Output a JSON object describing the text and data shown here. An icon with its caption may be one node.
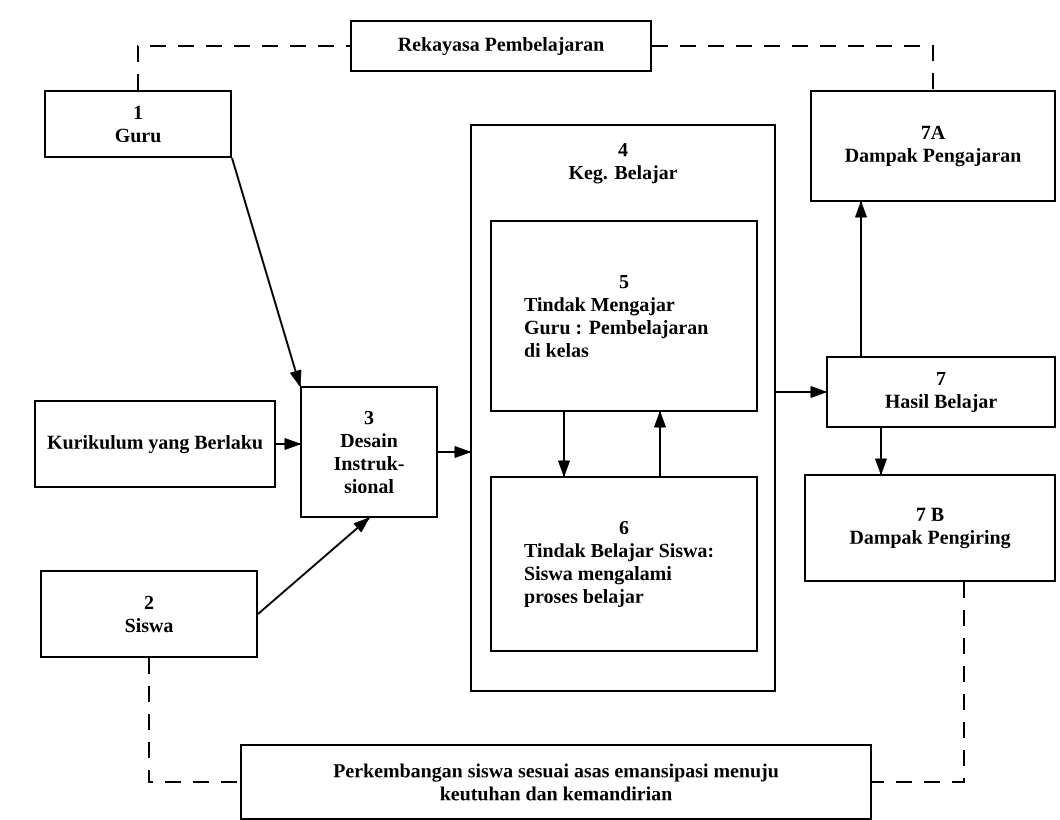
{
  "diagram": {
    "nodes": [
      {
        "text": [
          "Rekayasa Pembelajaran"
        ]
      },
      {
        "text": [
          "1",
          "Guru"
        ]
      },
      {
        "text": [
          "4",
          "Keg. Belajar"
        ]
      },
      {
        "text": [
          "5",
          "Tindak Mengajar Guru : Pembelajaran di kelas"
        ],
        "in": 2
      },
      {
        "text": [
          "7A",
          "Dampak Pengajaran"
        ]
      },
      {
        "text": [
          "Kurikulum yang Berlaku"
        ]
      },
      {
        "text": [
          "3",
          "Desain Instruk- sional"
        ]
      },
      {
        "text": [
          "7",
          "Hasil Belajar"
        ]
      },
      {
        "text": [
          "6",
          "Tindak Belajar Siswa: Siswa mengalami proses belajar"
        ],
        "in": 2
      },
      {
        "text": [
          "7 B",
          "Dampak Pengiring"
        ]
      },
      {
        "text": [
          "2",
          "Siswa"
        ]
      },
      {
        "text": [
          "Perkembangan siswa sesuai asas emansipasi menuju keutuhan dan kemandirian"
        ]
      }
    ],
    "edges": [
      {
        "from": 1,
        "to": 0,
        "arrow": "none",
        "style": "dashed"
      },
      {
        "from": 0,
        "to": 4,
        "arrow": "none",
        "style": "dashed"
      },
      {
        "from": 1,
        "to": 6,
        "arrow": "to"
      },
      {
        "from": 5,
        "to": 6,
        "arrow": "to"
      },
      {
        "from": 6,
        "to": 2,
        "arrow": "to"
      },
      {
        "from": 10,
        "to": 6,
        "arrow": "to"
      },
      {
        "from": 3,
        "to": 8,
        "arrow": "to"
      },
      {
        "from": 8,
        "to": 3,
        "arrow": "to"
      },
      {
        "from": 2,
        "to": 7,
        "arrow": "to"
      },
      {
        "from": 7,
        "to": 4,
        "arrow": "to"
      },
      {
        "from": 7,
        "to": 9,
        "arrow": "to"
      },
      {
        "from": 10,
        "to": 11,
        "arrow": "none",
        "style": "dashed"
      },
      {
        "from": 9,
        "to": 11,
        "arrow": "none",
        "style": "dashed"
      }
    ]
  }
}
